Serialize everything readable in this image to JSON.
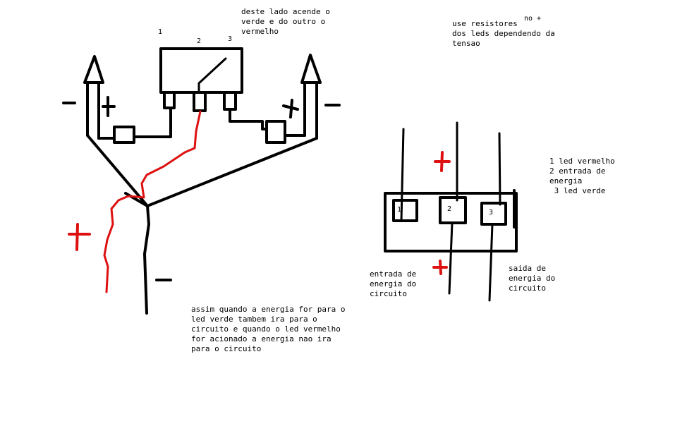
{
  "colors": {
    "ink": "#000000",
    "positive": "#dd1111",
    "background": "#ffffff"
  },
  "left_diagram": {
    "switch_note": [
      "deste lado acende o",
      "verde e do outro o",
      "vermelho"
    ],
    "pin_labels": [
      "1",
      "2",
      "3"
    ],
    "minus_left": "-",
    "plus_left": "+",
    "plus_right": "+",
    "minus_right": "-",
    "supply_minus": "-",
    "supply_plus": "+"
  },
  "resistor_note": {
    "lines": [
      "use resistores",
      "dos leds dependendo da",
      "tensao"
    ],
    "superscript": "no +"
  },
  "right_diagram": {
    "pin_labels": [
      "1",
      "2",
      "3"
    ],
    "legend": [
      "1 led vermelho",
      "2 entrada de",
      "energia",
      " 3 led verde"
    ],
    "plus_top": "+",
    "plus_bottom": "+",
    "input_label": [
      "entrada de",
      "energia do",
      "circuito"
    ],
    "output_label": [
      "saida de",
      "energia do",
      "circuito"
    ]
  },
  "explanation": [
    "assim quando a energia for para o",
    "led verde tambem ira para o",
    "circuito e quando o led vermelho",
    "for acionado a energia nao ira",
    "para o circuito"
  ]
}
